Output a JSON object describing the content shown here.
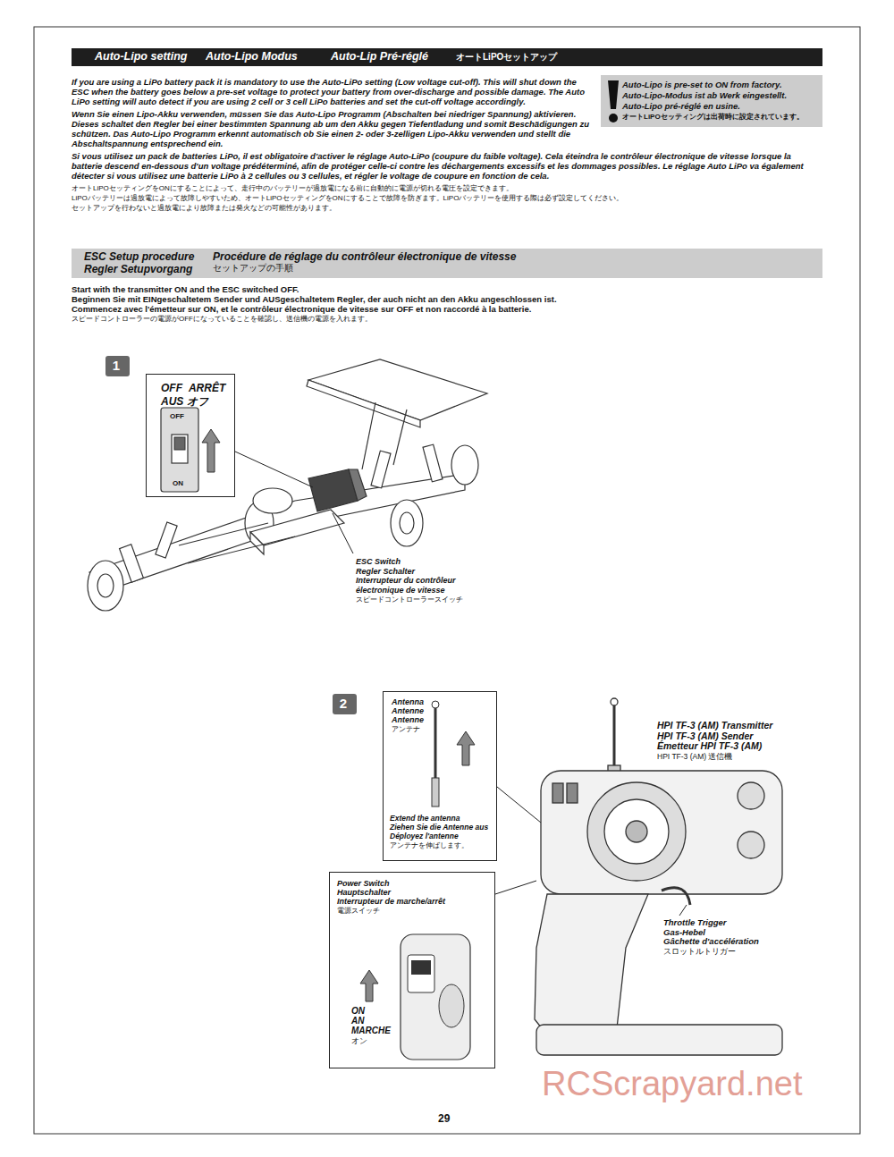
{
  "diagram": {
    "nodes": [
      {
        "text": [
          "Auto-Lipo setting",
          "Auto-Lipo Modus",
          "Auto-Lip Pré-réglé",
          "オートLiPOセットアップ"
        ]
      },
      {
        "text": [
          "Auto-Lipo is pre-set to ON from factory.",
          "Auto-Lipo-Modus ist ab Werk eingestellt.",
          "Auto-Lipo pré-réglé en usine.",
          "オートLiPOセッティングは出荷時に設定されています。"
        ]
      },
      {
        "text": [
          "ESC Setup procedure",
          "Procédure de réglage du contrôleur électronique de vitesse",
          "Regler Setupvorgang",
          "セットアップの手順"
        ]
      },
      {
        "text": [
          "1"
        ]
      },
      {
        "text": [
          "OFF ARRÊT",
          "AUS オフ"
        ]
      },
      {
        "text": [
          "2"
        ]
      },
      {
        "text": [
          "Antenna",
          "Antenne",
          "Antenne",
          "アンテナ",
          "Extend the antenna",
          "Ziehen Sie die Antenne aus",
          "Déployez l'antenne",
          "アンテナを伸ばします。"
        ]
      },
      {
        "text": [
          "Power Switch",
          "Hauptschalter",
          "Interrupteur de marche/arrêt",
          "電源スイッチ",
          "ON",
          "AN",
          "MARCHE",
          "オン"
        ]
      }
    ],
    "labels": [
      "If you are using a LiPo battery pack it is mandatory to use the Auto-LiPo setting (Low voltage cut-off). This will shut down the ESC when the battery goes below a pre-set voltage to protect your battery from over-discharge and possible damage. The Auto LiPo setting will auto detect if you are using 2 cell or 3 cell LiPo batteries and set the cut-off voltage accordingly.",
      "Wenn Sie einen Lipo-Akku verwenden, müssen Sie das Auto-Lipo Programm (Abschalten bei niedriger Spannung) aktivieren. Dieses schaltet den Regler bei einer bestimmten Spannung ab um den Akku gegen Tiefentladung und somit Beschädigungen zu schützen. Das Auto-Lipo Programm erkennt automatisch ob Sie einen 2- oder 3-zelligen Lipo-Akku verwenden und stellt die Abschaltspannung entsprechend ein.",
      "Si vous utilisez un pack de batteries LiPo, il est obligatoire d'activer le réglage Auto-LiPo (coupure du faible voltage). Cela éteindra le contrôleur électronique de vitesse lorsque la batterie descend en-dessous d'un voltage prédéterminé, afin de protéger celle-ci contre les déchargements excessifs et les dommages possibles. Le réglage Auto LiPo va également détecter si vous utilisez une batterie LiPo à 2 cellules ou 3 cellules, et régler le voltage de coupure en fonction de cela.",
      "オートLiPOセッティングをONにすることによって、走行中のバッテリーが過放電になる前に自動的に電源が切れる電圧を設定できます。",
      "LiPOバッテリーは過放電によって故障しやすいため、オートLiPOセッティングをONにすることで故障を防ぎます。LiPOバッテリーを使用する際は必ず設定してください。",
      "セットアップを行わないと過放電により故障または発火などの可能性があります。",
      "Start with the transmitter ON and the ESC switched OFF.",
      "Beginnen Sie mit EINgeschaltetem Sender und AUSgeschaltetem Regler, der auch nicht an den Akku angeschlossen ist.",
      "Commencez avec l'émetteur sur ON, et le contrôleur électronique de vitesse sur OFF et non raccordé à la batterie.",
      "スピードコントローラーの電源がOFFになっていることを確認し、送信機の電源を入れます。",
      "OFF",
      "ON",
      "ESC Switch",
      "Regler Schalter",
      "Interrupteur du contrôleur électronique de vitesse",
      "スピードコントローラースイッチ",
      "HPI TF-3 (AM) Transmitter",
      "HPI TF-3 (AM) Sender",
      "Émetteur HPI TF-3 (AM)",
      "HPI TF-3 (AM) 送信機",
      "Throttle Trigger",
      "Gas-Hebel",
      "Gâchette d'accélération",
      "スロットルトリガー",
      "RCScrapyard.net",
      "29"
    ]
  }
}
